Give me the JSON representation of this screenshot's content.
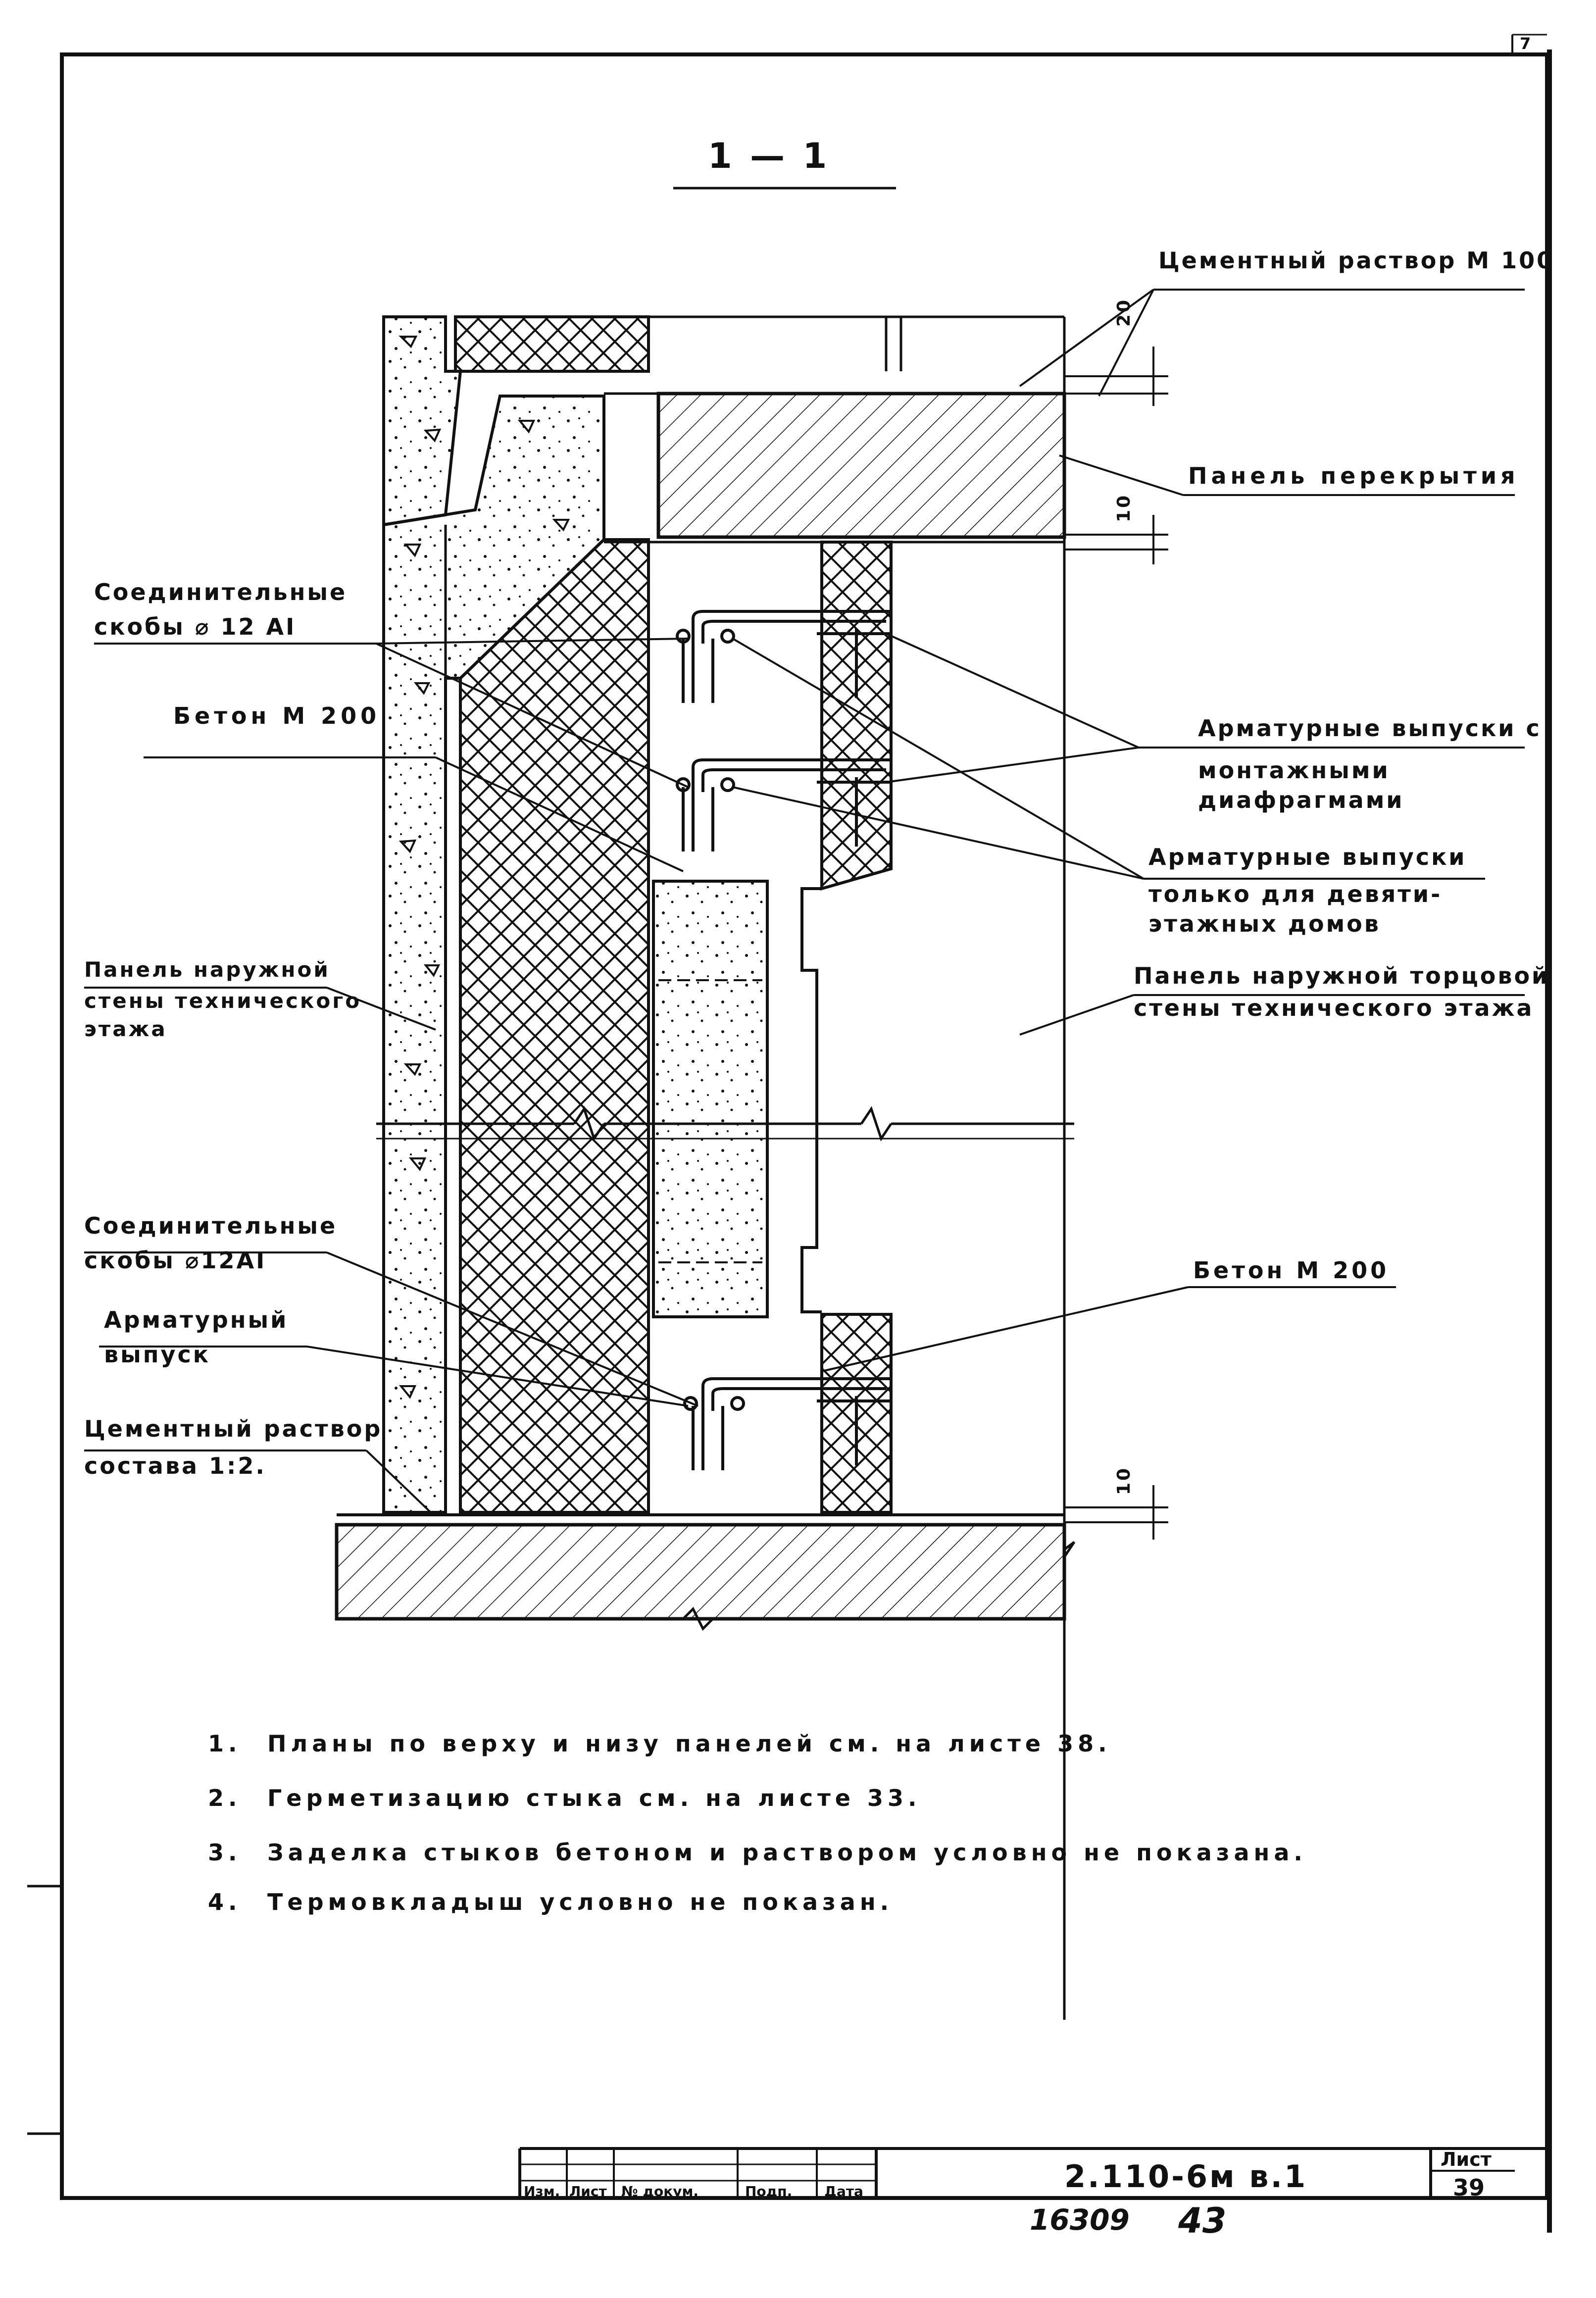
{
  "section_title": "1 — 1",
  "corner_mark": "7",
  "labels": {
    "cement_mortar_m100": "Цементный раствор М 100",
    "floor_panel": "Панель перекрытия",
    "connecting_brackets_top_1": "Соединительные",
    "connecting_brackets_top_2": "скобы ⌀ 12 АI",
    "concrete_m200_top": "Бетон М 200",
    "rebar_outlets_diaphragms_1": "Арматурные выпуски с",
    "rebar_outlets_diaphragms_2": "монтажными",
    "rebar_outlets_diaphragms_3": "диафрагмами",
    "rebar_outlets_nine_1": "Арматурные выпуски",
    "rebar_outlets_nine_2": "только для девяти-",
    "rebar_outlets_nine_3": "этажных домов",
    "outer_wall_panel_1": "Панель наружной",
    "outer_wall_panel_2": "стены технического",
    "outer_wall_panel_3": "этажа",
    "end_wall_panel_1": "Панель наружной торцовой",
    "end_wall_panel_2": "стены технического этажа",
    "connecting_brackets_bottom_1": "Соединительные",
    "connecting_brackets_bottom_2": "скобы ⌀12АI",
    "rebar_outlet_1": "Арматурный",
    "rebar_outlet_2": "выпуск",
    "concrete_m200_bottom": "Бетон М 200",
    "cement_mortar_mix_1": "Цементный раствор",
    "cement_mortar_mix_2": "состава 1:2."
  },
  "dimensions": {
    "top_gap": "20",
    "mid_gap": "10",
    "bottom_gap": "10"
  },
  "notes": [
    {
      "num": "1.",
      "text": "Планы по верху и низу панелей см. на листе 38."
    },
    {
      "num": "2.",
      "text": "Герметизацию стыка см. на листе 33."
    },
    {
      "num": "3.",
      "text": "Заделка стыков бетоном и раствором условно не показана."
    },
    {
      "num": "4.",
      "text": "Термовкладыш условно не показан."
    }
  ],
  "title_block": {
    "headers": [
      "Изм.",
      "Лист",
      "№ докум.",
      "Подп.",
      "Дата"
    ],
    "document_code": "2.110-6м в.1",
    "sheet_label": "Лист",
    "sheet_number": "39"
  },
  "stamp": {
    "number": "16309",
    "page": "43"
  }
}
